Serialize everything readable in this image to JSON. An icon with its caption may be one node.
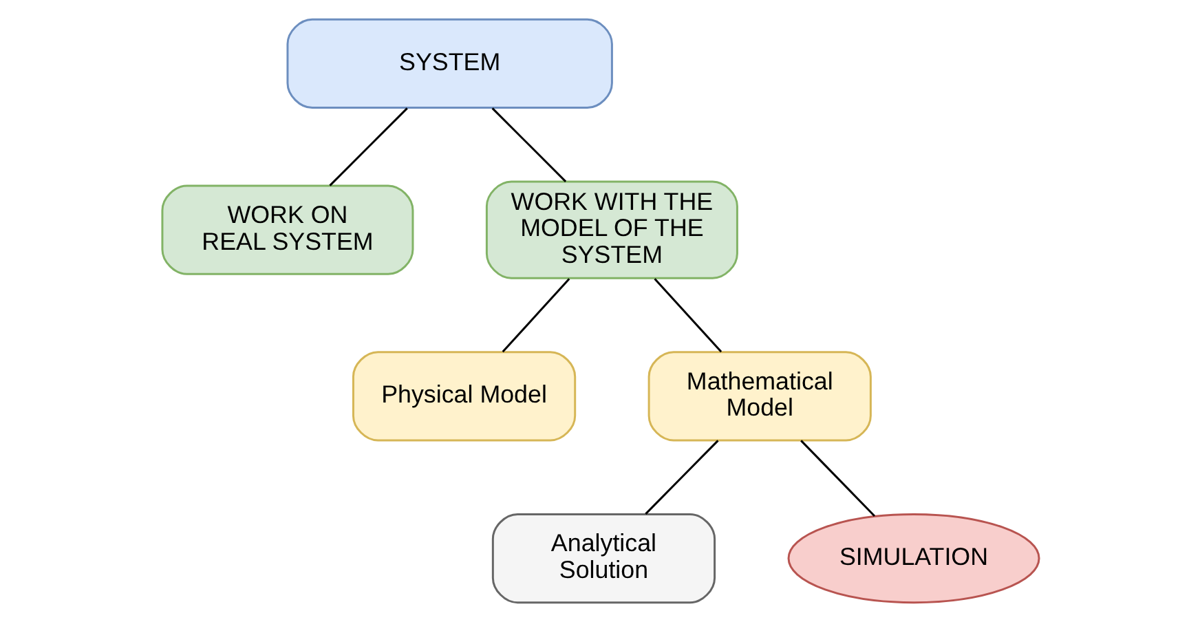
{
  "diagram": {
    "nodes": [
      {
        "text": [
          "SYSTEM"
        ]
      },
      {
        "text": [
          "WORK ON REAL SYSTEM"
        ]
      },
      {
        "text": [
          "WORK WITH THE MODEL OF THE SYSTEM"
        ]
      },
      {
        "text": [
          "Physical Model"
        ]
      },
      {
        "text": [
          "Mathematical Model"
        ]
      },
      {
        "text": [
          "Analytical Solution"
        ]
      },
      {
        "text": [
          "SIMULATION"
        ]
      }
    ],
    "edges": [
      {
        "from": 0,
        "to": 1,
        "arrow": "none"
      },
      {
        "from": 0,
        "to": 2,
        "arrow": "none"
      },
      {
        "from": 2,
        "to": 3,
        "arrow": "none"
      },
      {
        "from": 2,
        "to": 4,
        "arrow": "none"
      },
      {
        "from": 4,
        "to": 5,
        "arrow": "none"
      },
      {
        "from": 4,
        "to": 6,
        "arrow": "none"
      }
    ]
  }
}
